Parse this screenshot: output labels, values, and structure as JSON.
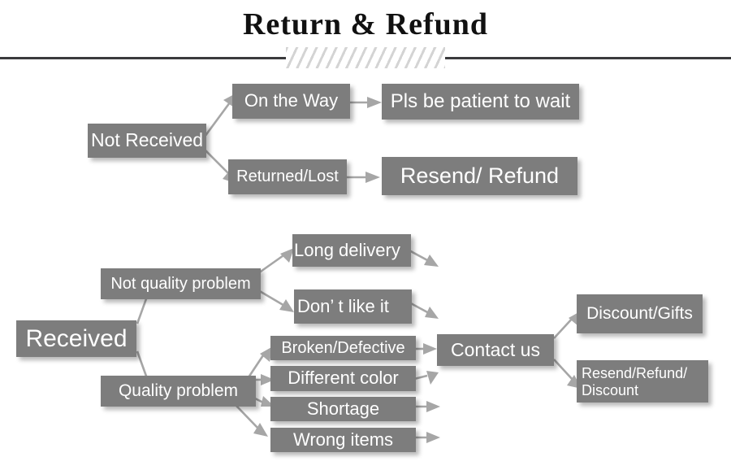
{
  "header": {
    "title": "Return & Refund",
    "divider": "hatched-divider"
  },
  "diagram": {
    "type": "flowchart",
    "branches": [
      {
        "id": "not-received",
        "root": "Not Received",
        "steps": [
          {
            "condition": "On the Way",
            "outcome": "Pls be patient to wait"
          },
          {
            "condition": "Returned/Lost",
            "outcome": "Resend/ Refund"
          }
        ]
      },
      {
        "id": "received",
        "root": "Received",
        "categories": [
          {
            "label": "Not quality problem",
            "issues": [
              "Long delivery",
              "Don’  t like it"
            ]
          },
          {
            "label": "Quality problem",
            "issues": [
              "Broken/Defective",
              "Different color",
              "Shortage",
              "Wrong items"
            ]
          }
        ],
        "action": "Contact us",
        "resolutions": [
          "Discount/Gifts",
          "Resend/Refund/\nDiscount"
        ]
      }
    ]
  },
  "nodes": {
    "not_received": "Not Received",
    "on_the_way": "On the Way",
    "pls_be_patient": "Pls be patient to wait",
    "returned_lost": "Returned/Lost",
    "resend_refund": "Resend/ Refund",
    "received": "Received",
    "not_quality_problem": "Not quality problem",
    "quality_problem": "Quality problem",
    "long_delivery": "Long delivery",
    "dont_like_it": "Don’  t like it",
    "broken_defective": "Broken/Defective",
    "different_color": "Different color",
    "shortage": "Shortage",
    "wrong_items": "Wrong items",
    "contact_us": "Contact us",
    "discount_gifts": "Discount/Gifts",
    "resend_refund_discount_line1": "Resend/Refund/",
    "resend_refund_discount_line2": "Discount"
  },
  "colors": {
    "box_fill": "#7d7d7d",
    "box_text": "#ffffff",
    "arrow": "#a6a6a6",
    "rule": "#3a3a3c",
    "title_text": "#111111",
    "page_background": "#ffffff"
  }
}
